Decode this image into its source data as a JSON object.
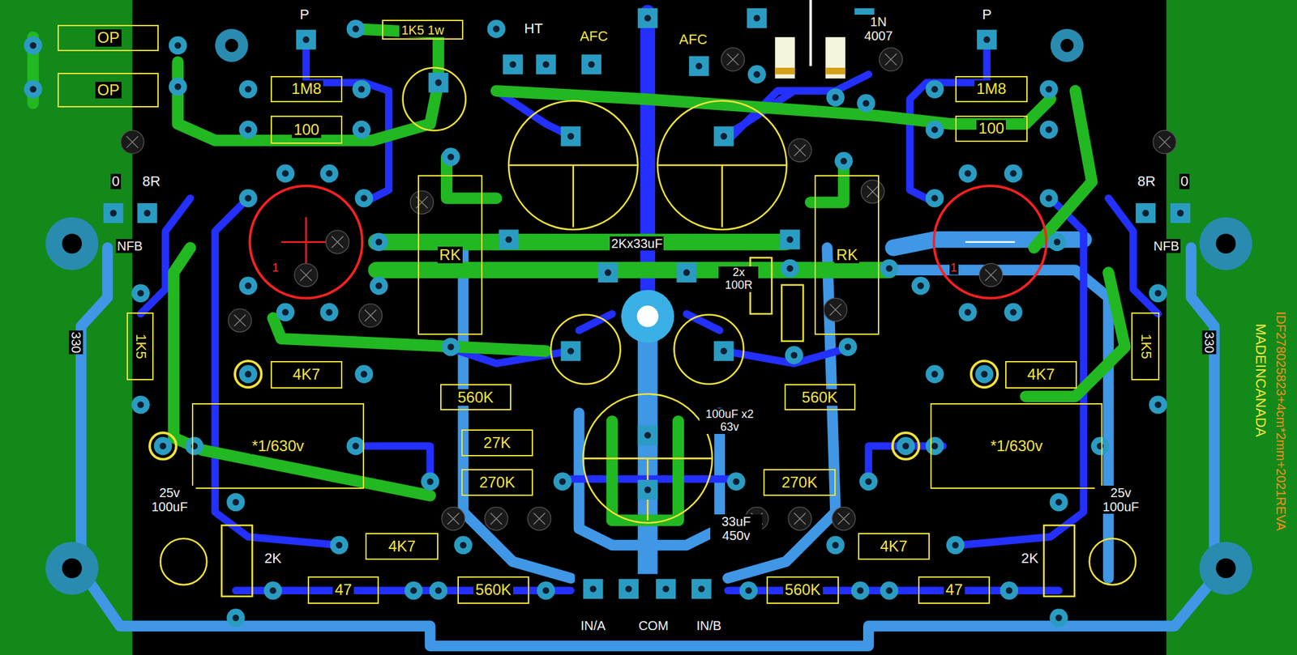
{
  "diagram": {
    "nodes": [
      {
        "text": [
          "OP"
        ]
      },
      {
        "text": [
          "OP"
        ]
      },
      {
        "text": [
          "1K5 1w"
        ]
      },
      {
        "text": [
          "1M8"
        ]
      },
      {
        "text": [
          "100"
        ]
      },
      {
        "text": [
          "1M8"
        ]
      },
      {
        "text": [
          "100"
        ]
      },
      {
        "text": [
          "RK"
        ]
      },
      {
        "text": [
          "RK"
        ]
      },
      {
        "text": [
          "4K7"
        ]
      },
      {
        "text": [
          "4K7"
        ]
      },
      {
        "text": [
          "560K"
        ]
      },
      {
        "text": [
          "560K"
        ]
      },
      {
        "text": [
          "27K"
        ]
      },
      {
        "text": [
          "270K"
        ]
      },
      {
        "text": [
          "270K"
        ]
      },
      {
        "text": [
          "*1/630v"
        ]
      },
      {
        "text": [
          "*1/630v"
        ]
      },
      {
        "text": [
          "4K7"
        ]
      },
      {
        "text": [
          "4K7"
        ]
      },
      {
        "text": [
          "560K"
        ]
      },
      {
        "text": [
          "560K"
        ]
      },
      {
        "text": [
          "47"
        ]
      },
      {
        "text": [
          "47"
        ]
      },
      {
        "text": [
          "1K5"
        ]
      },
      {
        "text": [
          "1K5"
        ]
      }
    ],
    "labels": [
      "P",
      "HT",
      "AFC",
      "AFC",
      "1N 4007",
      "P",
      "0",
      "8R",
      "8R",
      "0",
      "NFB",
      "NFB",
      "2Kx33uF",
      "1",
      "1",
      "2x 100R",
      "330",
      "330",
      "100uF x2 63v",
      "25v 100uF",
      "25v 100uF",
      "33uF 450v",
      "2K",
      "2K",
      "IN/A",
      "COM",
      "IN/B",
      "MADEINCANADA",
      "IDF278025823+4cm*2mm+2021REVA"
    ]
  }
}
